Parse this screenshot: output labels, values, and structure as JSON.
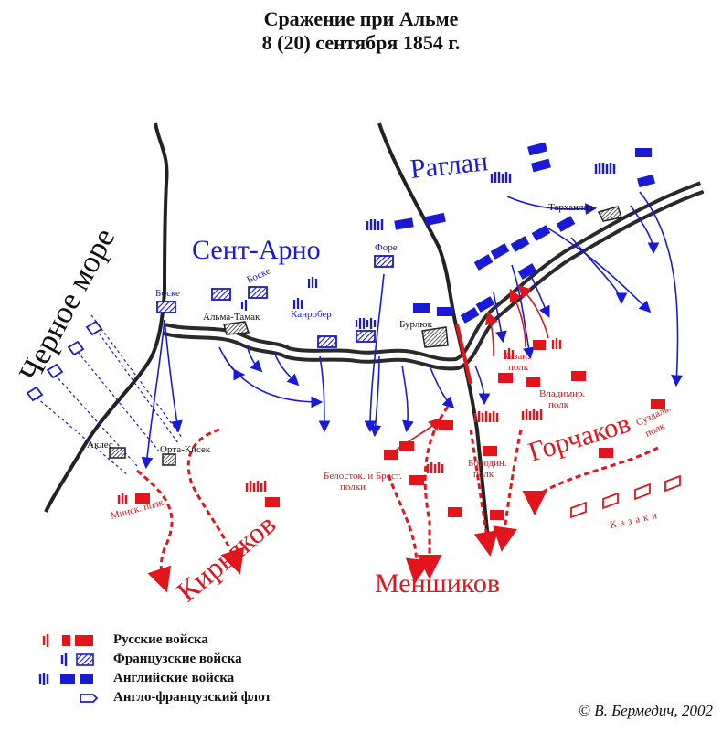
{
  "title": {
    "line1": "Сражение при Альме",
    "line2": "8 (20) сентября 1854 г."
  },
  "commanders": {
    "raglan": "Раглан",
    "saint_arnaud": "Сент-Арно",
    "gorchakov": "Горчаков",
    "kiryakov": "Кирьяков",
    "menshikov": "Меншиков"
  },
  "sea_label": "Черное море",
  "villages": {
    "alma_tamak": "Альма-Тамак",
    "burlyuk": "Бурлюк",
    "tarkhanlar": "Тарханлар",
    "akles": "Аклес",
    "orta_kisek": "Орта-Кисек"
  },
  "french_units": {
    "bosquet_1": "Боске",
    "bosquet_2": "Боске",
    "canrobert": "Канробер",
    "forey": "Форе"
  },
  "russian_units": {
    "minsk_regt": "Минск. полк",
    "belostok_brest_1": "Белосток. и Брест.",
    "belostok_brest_2": "полки",
    "borodino_1": "Бородин.",
    "borodino_2": "полк",
    "kazan_1": "Казан.",
    "kazan_2": "полк",
    "vladimir_1": "Владимир.",
    "vladimir_2": "полк",
    "suzdal_1": "Суздаль.",
    "suzdal_2": "полк",
    "cossacks": "Казаки"
  },
  "legend": {
    "russian": "Русские войска",
    "french": "Французские войска",
    "english": "Английские войска",
    "fleet": "Англо-французский флот"
  },
  "copyright": "© В. Бермедич, 2002",
  "colors": {
    "russian": "#e3151c",
    "allied": "#1a1ad6",
    "river": "#2a2a2a",
    "text": "#111111"
  }
}
